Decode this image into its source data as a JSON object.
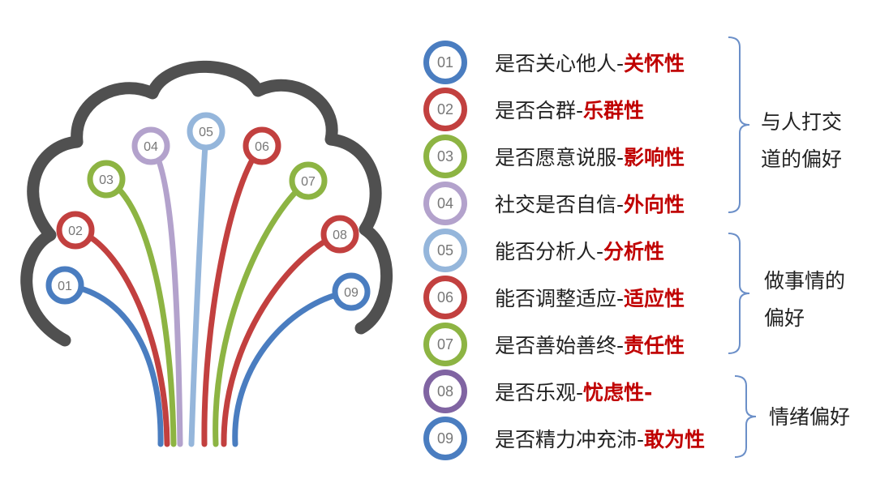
{
  "colors": {
    "blue": "#4a7dc0",
    "red": "#c2403f",
    "green": "#8db443",
    "lavender": "#b3a2cc",
    "lightblue": "#95b6db",
    "purple": "#8064a2",
    "crown": "#505050",
    "highlight": "#c00000",
    "brace": "#6b8fc8"
  },
  "tree": {
    "nodes": [
      {
        "num": "01",
        "color": "#4a7dc0"
      },
      {
        "num": "02",
        "color": "#c2403f"
      },
      {
        "num": "03",
        "color": "#8db443"
      },
      {
        "num": "04",
        "color": "#b3a2cc"
      },
      {
        "num": "05",
        "color": "#95b6db"
      },
      {
        "num": "06",
        "color": "#c2403f"
      },
      {
        "num": "07",
        "color": "#8db443"
      },
      {
        "num": "08",
        "color": "#c2403f"
      },
      {
        "num": "09",
        "color": "#4a7dc0"
      }
    ]
  },
  "items": [
    {
      "num": "01",
      "color": "#4a7dc0",
      "text": "是否关心他人-",
      "highlight": "关怀性"
    },
    {
      "num": "02",
      "color": "#c2403f",
      "text": "是否合群-",
      "highlight": "乐群性"
    },
    {
      "num": "03",
      "color": "#8db443",
      "text": "是否愿意说服-",
      "highlight": "影响性"
    },
    {
      "num": "04",
      "color": "#b3a2cc",
      "text": "社交是否自信-",
      "highlight": "外向性"
    },
    {
      "num": "05",
      "color": "#95b6db",
      "text": "能否分析人-",
      "highlight": "分析性"
    },
    {
      "num": "06",
      "color": "#c2403f",
      "text": "能否调整适应-",
      "highlight": "适应性"
    },
    {
      "num": "07",
      "color": "#8db443",
      "text": "是否善始善终-",
      "highlight": "责任性"
    },
    {
      "num": "08",
      "color": "#8064a2",
      "text": "是否乐观-",
      "highlight": "忧虑性-"
    },
    {
      "num": "09",
      "color": "#4a7dc0",
      "text": "是否精力冲充沛-",
      "highlight": "敢为性"
    }
  ],
  "groups": [
    {
      "lines": [
        "与人打交",
        "道的偏好"
      ]
    },
    {
      "lines": [
        "做事情的",
        "偏好"
      ]
    },
    {
      "lines": [
        "情绪偏好"
      ]
    }
  ]
}
